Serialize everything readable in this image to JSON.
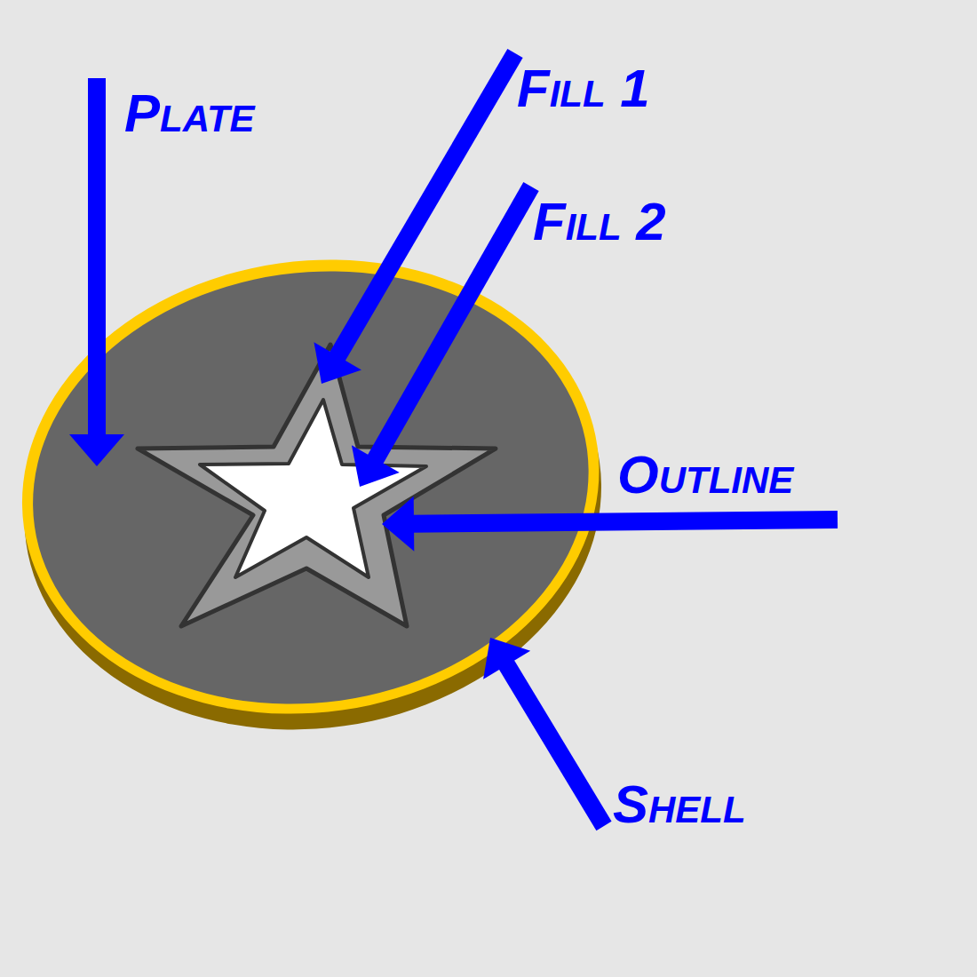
{
  "diagram": {
    "labels": [
      "Plate",
      "Fill 1",
      "Fill 2",
      "Outline",
      "Shell"
    ]
  }
}
